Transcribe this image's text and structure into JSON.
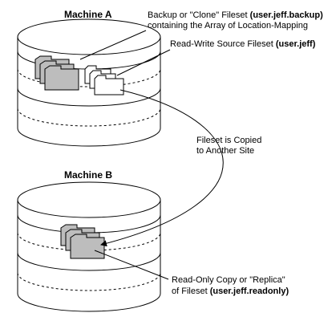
{
  "machine_a": {
    "title": "Machine A"
  },
  "machine_b": {
    "title": "Machine B"
  },
  "labels": {
    "backup_line1_prefix": "Backup or \"Clone\" Fileset ",
    "backup_line1_bold": "(user.jeff.backup)",
    "backup_line2": "containing the Array of Location-Mapping",
    "rw_prefix": "Read-Write Source Fileset ",
    "rw_bold": "(user.jeff)",
    "copied_line1": "Fileset is Copied",
    "copied_line2": "to Another Site",
    "ro_line1": "Read-Only Copy or \"Replica\"",
    "ro_line2_prefix": "of Fileset ",
    "ro_line2_bold": "(user.jeff.readonly)"
  }
}
